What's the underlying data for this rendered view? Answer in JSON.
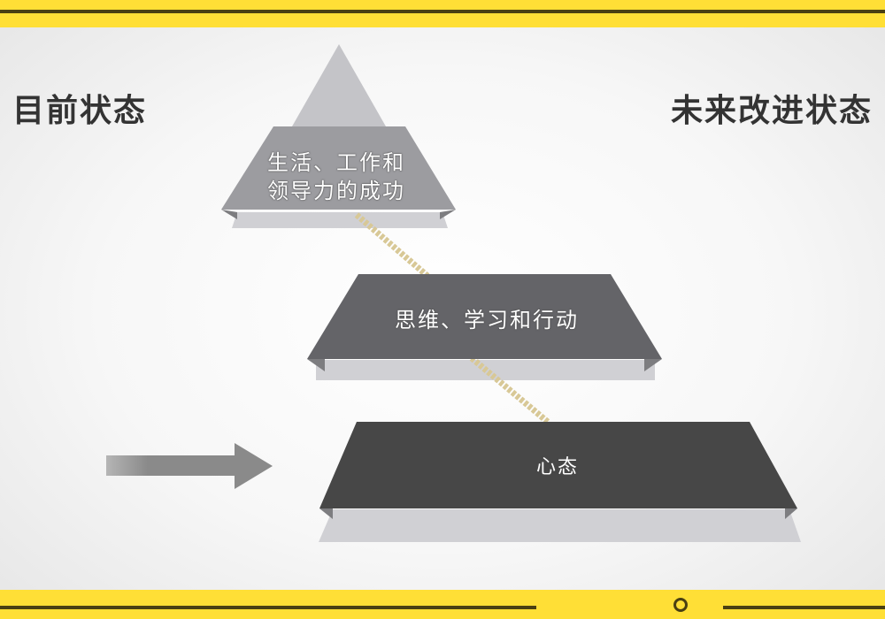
{
  "headings": {
    "current_state": "目前状态",
    "future_state": "未来改进状态"
  },
  "pyramid": {
    "levels": [
      {
        "id": "top",
        "label_line1": "生活、工作和",
        "label_line2": "领导力的成功",
        "color": "#9c9ca0"
      },
      {
        "id": "middle",
        "label": "思维、学习和行动",
        "color": "#646468"
      },
      {
        "id": "bottom",
        "label": "心态",
        "color": "#474747"
      }
    ],
    "connector": "rope",
    "connector_color": "#d8c896"
  },
  "arrow": {
    "direction": "right",
    "color": "#8a8a8a"
  },
  "theme": {
    "band_color": "#ffdf36",
    "line_color": "#4a4012"
  }
}
